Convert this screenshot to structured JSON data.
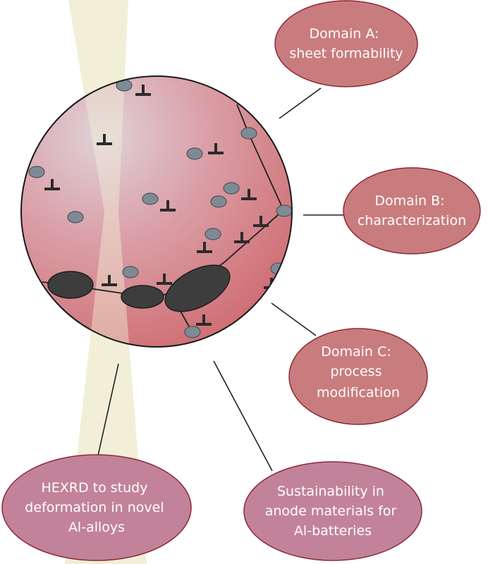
{
  "nodes": {
    "domain_a": {
      "lines": [
        "Domain A:",
        "sheet formability"
      ],
      "fill": "#c97c7e",
      "stroke": "#8b2a36"
    },
    "domain_b": {
      "lines": [
        "Domain B:",
        "characterization"
      ],
      "fill": "#c97c7e",
      "stroke": "#8b2a36"
    },
    "domain_c": {
      "lines": [
        "Domain C:",
        "process",
        "modification"
      ],
      "fill": "#c97c7e",
      "stroke": "#8b2a36"
    },
    "hexrd": {
      "lines": [
        "HEXRD to study",
        "deformation in novel",
        "Al-alloys"
      ],
      "fill": "#c2829a",
      "stroke": "#8b2a36"
    },
    "sustainability": {
      "lines": [
        "Sustainability in",
        "anode materials for",
        "Al-batteries"
      ],
      "fill": "#c2829a",
      "stroke": "#8b2a36"
    }
  },
  "colors": {
    "beam": "#f1efd8",
    "circle_light": "#dfd3d9",
    "circle_mid": "#dba0a8",
    "circle_dark": "#cf6e73",
    "precipitate_small": "#7f8b94",
    "precipitate_large": "#3d3d3d",
    "dislocation": "#2b2b2b",
    "connector": "#222222"
  },
  "icons": {
    "dislocation": "dislocation-symbol-icon",
    "precipitate": "precipitate-particle-icon"
  }
}
